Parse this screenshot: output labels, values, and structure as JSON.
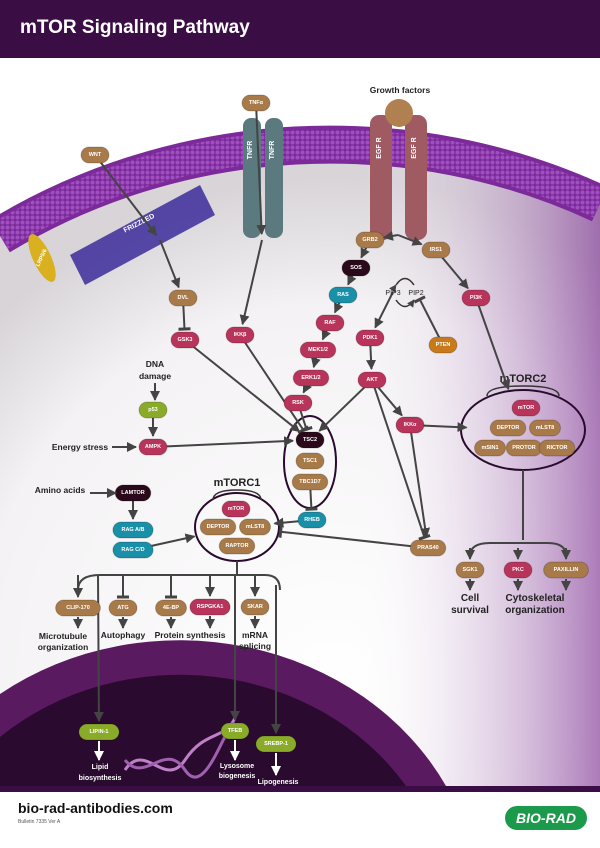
{
  "header": {
    "title": "mTOR Signaling Pathway"
  },
  "footer": {
    "site": "bio-rad-antibodies.com",
    "bulletin": "Bulletin 7335 Ver A",
    "logo": "BIO-RAD"
  },
  "colors": {
    "header": "#3a0d44",
    "membrane": "#8a3aa8",
    "nucleus": "#4a1050",
    "brown": "#a87a4a",
    "pink": "#b8345a",
    "teal": "#1a8fa8",
    "black": "#2a0a1a",
    "green": "#8aab2a",
    "orange": "#c87a1a",
    "yellow": "#d8b020",
    "logo": "#1a9a4a"
  },
  "receptors": {
    "frizzled": "FRIZZLED",
    "lrp": "LRP5/6",
    "tnfr": "TNFR",
    "egfr": "EGF R"
  },
  "nodes": [
    {
      "id": "wnt",
      "label": "WNT",
      "color": "brown"
    },
    {
      "id": "tnfa",
      "label": "TNFα",
      "color": "brown"
    },
    {
      "id": "dvl",
      "label": "DVL",
      "color": "brown"
    },
    {
      "id": "gsk3",
      "label": "GSK3",
      "color": "pink"
    },
    {
      "id": "ikkb",
      "label": "IKKβ",
      "color": "pink"
    },
    {
      "id": "grb2",
      "label": "GRB2",
      "color": "brown"
    },
    {
      "id": "sos",
      "label": "SOS",
      "color": "black"
    },
    {
      "id": "ras",
      "label": "RAS",
      "color": "teal"
    },
    {
      "id": "raf",
      "label": "RAF",
      "color": "pink"
    },
    {
      "id": "mek",
      "label": "MEK1/2",
      "color": "pink"
    },
    {
      "id": "erk",
      "label": "ERK1/2",
      "color": "pink"
    },
    {
      "id": "rsk",
      "label": "RSK",
      "color": "pink"
    },
    {
      "id": "irs1",
      "label": "IRS1",
      "color": "brown"
    },
    {
      "id": "pi3k",
      "label": "PI3K",
      "color": "pink"
    },
    {
      "id": "pten",
      "label": "PTEN",
      "color": "orange"
    },
    {
      "id": "pdk1",
      "label": "PDK1",
      "color": "pink"
    },
    {
      "id": "akt",
      "label": "AKT",
      "color": "pink"
    },
    {
      "id": "ikka",
      "label": "IKKα",
      "color": "pink"
    },
    {
      "id": "p53",
      "label": "p53",
      "color": "green"
    },
    {
      "id": "ampk",
      "label": "AMPK",
      "color": "pink"
    },
    {
      "id": "tsc2",
      "label": "TSC2",
      "color": "black"
    },
    {
      "id": "tsc1",
      "label": "TSC1",
      "color": "brown"
    },
    {
      "id": "tbc1d7",
      "label": "TBC1D7",
      "color": "brown"
    },
    {
      "id": "rheb",
      "label": "RHEB",
      "color": "teal"
    },
    {
      "id": "lamtor",
      "label": "LAMTOR",
      "color": "black"
    },
    {
      "id": "ragab",
      "label": "RAG A/B",
      "color": "teal"
    },
    {
      "id": "ragcd",
      "label": "RAG C/D",
      "color": "teal"
    },
    {
      "id": "c1_mtor",
      "label": "mTOR",
      "color": "pink"
    },
    {
      "id": "c1_deptor",
      "label": "DEPTOR",
      "color": "brown"
    },
    {
      "id": "c1_mlst8",
      "label": "mLST8",
      "color": "brown"
    },
    {
      "id": "c1_raptor",
      "label": "RAPTOR",
      "color": "brown"
    },
    {
      "id": "c2_mtor",
      "label": "mTOR",
      "color": "pink"
    },
    {
      "id": "c2_deptor",
      "label": "DEPTOR",
      "color": "brown"
    },
    {
      "id": "c2_mlst8",
      "label": "mLST8",
      "color": "brown"
    },
    {
      "id": "c2_msin1",
      "label": "mSIN1",
      "color": "brown"
    },
    {
      "id": "c2_protor",
      "label": "PROTOR",
      "color": "brown"
    },
    {
      "id": "c2_rictor",
      "label": "RICTOR",
      "color": "brown"
    },
    {
      "id": "pras40",
      "label": "PRAS40",
      "color": "brown"
    },
    {
      "id": "sgk1",
      "label": "SGK1",
      "color": "brown"
    },
    {
      "id": "pkc",
      "label": "PKC",
      "color": "pink"
    },
    {
      "id": "paxillin",
      "label": "PAXILLIN",
      "color": "brown"
    },
    {
      "id": "clip170",
      "label": "CLIP-170",
      "color": "brown"
    },
    {
      "id": "atg",
      "label": "ATG",
      "color": "brown"
    },
    {
      "id": "4ebp",
      "label": "4E-BP",
      "color": "brown"
    },
    {
      "id": "rps6ka1",
      "label": "RSPGKA1",
      "color": "pink"
    },
    {
      "id": "skar",
      "label": "SKAR",
      "color": "brown"
    },
    {
      "id": "lipin1",
      "label": "LIPIN-1",
      "color": "green"
    },
    {
      "id": "tfeb",
      "label": "TFEB",
      "color": "green"
    },
    {
      "id": "srebp1",
      "label": "SREBP-1",
      "color": "green"
    }
  ],
  "labels": [
    {
      "id": "growth",
      "text": "Growth factors"
    },
    {
      "id": "dna1",
      "text": "DNA"
    },
    {
      "id": "dna2",
      "text": "damage"
    },
    {
      "id": "energy",
      "text": "Energy stress"
    },
    {
      "id": "amino",
      "text": "Amino acids"
    },
    {
      "id": "pip3",
      "text": "PIP3"
    },
    {
      "id": "pip2",
      "text": "PIP2"
    },
    {
      "id": "micro1",
      "text": "Microtubule"
    },
    {
      "id": "micro2",
      "text": "organization"
    },
    {
      "id": "autoph",
      "text": "Autophagy"
    },
    {
      "id": "protein",
      "text": "Protein synthesis"
    },
    {
      "id": "mrna1",
      "text": "mRNA"
    },
    {
      "id": "mrna2",
      "text": "splicing"
    },
    {
      "id": "cell1",
      "text": "Cell"
    },
    {
      "id": "cell2",
      "text": "survival"
    },
    {
      "id": "cyto1",
      "text": "Cytoskeletal"
    },
    {
      "id": "cyto2",
      "text": "organization"
    }
  ],
  "nuclear_labels": [
    {
      "id": "lipid1",
      "text": "Lipid"
    },
    {
      "id": "lipid2",
      "text": "biosynthesis"
    },
    {
      "id": "lyso1",
      "text": "Lysosome"
    },
    {
      "id": "lyso2",
      "text": "biogenesis"
    },
    {
      "id": "lipo",
      "text": "Lipogenesis"
    }
  ],
  "complexes": {
    "mtorc1": "mTORC1",
    "mtorc2": "mTORC2"
  },
  "edges": [
    {
      "from": "wnt",
      "to": "frizzled",
      "type": "activate"
    },
    {
      "from": "tnfa",
      "to": "tnfr",
      "type": "activate"
    },
    {
      "from": "frizzled",
      "to": "dvl",
      "type": "activate"
    },
    {
      "from": "dvl",
      "to": "gsk3",
      "type": "inhibit"
    },
    {
      "from": "tnfr",
      "to": "ikkb",
      "type": "activate"
    },
    {
      "from": "egfr",
      "to": "grb2",
      "type": "activate"
    },
    {
      "from": "egfr",
      "to": "irs1",
      "type": "activate"
    },
    {
      "from": "grb2",
      "to": "sos",
      "type": "activate"
    },
    {
      "from": "sos",
      "to": "ras",
      "type": "activate"
    },
    {
      "from": "ras",
      "to": "raf",
      "type": "activate"
    },
    {
      "from": "raf",
      "to": "mek",
      "type": "activate"
    },
    {
      "from": "mek",
      "to": "erk",
      "type": "activate"
    },
    {
      "from": "erk",
      "to": "rsk",
      "type": "activate"
    },
    {
      "from": "rsk",
      "to": "tsc2",
      "type": "inhibit"
    },
    {
      "from": "gsk3",
      "to": "tsc2",
      "type": "activate"
    },
    {
      "from": "ikkb",
      "to": "tsc2",
      "type": "inhibit"
    },
    {
      "from": "irs1",
      "to": "pi3k",
      "type": "activate"
    },
    {
      "from": "pi3k",
      "to": "mtorc2",
      "type": "activate"
    },
    {
      "from": "pten",
      "to": "pip2",
      "type": "inhibit"
    },
    {
      "from": "pip3",
      "to": "pdk1",
      "type": "activate"
    },
    {
      "from": "pdk1",
      "to": "akt",
      "type": "activate"
    },
    {
      "from": "akt",
      "to": "tsc2",
      "type": "activate"
    },
    {
      "from": "akt",
      "to": "ikka",
      "type": "activate"
    },
    {
      "from": "akt",
      "to": "pras40",
      "type": "inhibit"
    },
    {
      "from": "ikka",
      "to": "mtorc2",
      "type": "activate"
    },
    {
      "from": "ikka",
      "to": "pras40",
      "type": "activate"
    },
    {
      "from": "p53",
      "to": "ampk",
      "type": "activate"
    },
    {
      "from": "ampk",
      "to": "tsc2",
      "type": "activate"
    },
    {
      "from": "tbc1d7",
      "to": "rheb",
      "type": "inhibit"
    },
    {
      "from": "rheb",
      "to": "mtorc1",
      "type": "activate"
    },
    {
      "from": "pras40",
      "to": "mtorc1",
      "type": "inhibit"
    },
    {
      "from": "lamtor",
      "to": "ragab",
      "type": "activate"
    },
    {
      "from": "ragcd",
      "to": "mtorc1",
      "type": "activate"
    },
    {
      "from": "mtorc2",
      "to": "sgk1",
      "type": "activate"
    },
    {
      "from": "mtorc2",
      "to": "pkc",
      "type": "activate"
    },
    {
      "from": "mtorc2",
      "to": "paxillin",
      "type": "activate"
    },
    {
      "from": "mtorc1",
      "to": "clip170",
      "type": "activate"
    },
    {
      "from": "mtorc1",
      "to": "atg",
      "type": "inhibit"
    },
    {
      "from": "mtorc1",
      "to": "4ebp",
      "type": "inhibit"
    },
    {
      "from": "mtorc1",
      "to": "rps6ka1",
      "type": "activate"
    },
    {
      "from": "mtorc1",
      "to": "skar",
      "type": "activate"
    },
    {
      "from": "mtorc1",
      "to": "lipin1",
      "type": "activate"
    },
    {
      "from": "mtorc1",
      "to": "tfeb",
      "type": "activate"
    },
    {
      "from": "mtorc1",
      "to": "srebp1",
      "type": "activate"
    }
  ]
}
